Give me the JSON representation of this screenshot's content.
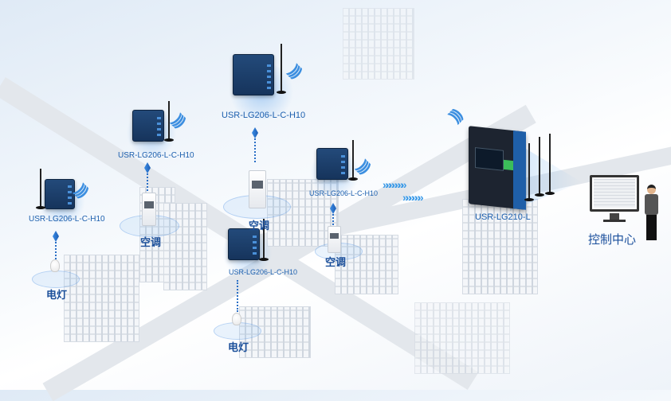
{
  "nodes": {
    "a": {
      "label": "USR-LG206-L-C-H10"
    },
    "b": {
      "label": "USR-LG206-L-C-H10"
    },
    "c": {
      "label": "USR-LG206-L-C-H10"
    },
    "d": {
      "label": "USR-LG206-L-C-H10"
    },
    "e": {
      "label": "USR-LG206-L-C-H10"
    }
  },
  "endpoints": {
    "ac1": "空调",
    "ac2": "空调",
    "ac3": "空调",
    "lamp1": "电灯",
    "lamp2": "电灯"
  },
  "gateway": {
    "label": "USR-LG210-L"
  },
  "control_center": {
    "label": "控制中心"
  },
  "colors": {
    "label_blue": "#1c5fae",
    "accent": "#3a9ae8"
  }
}
